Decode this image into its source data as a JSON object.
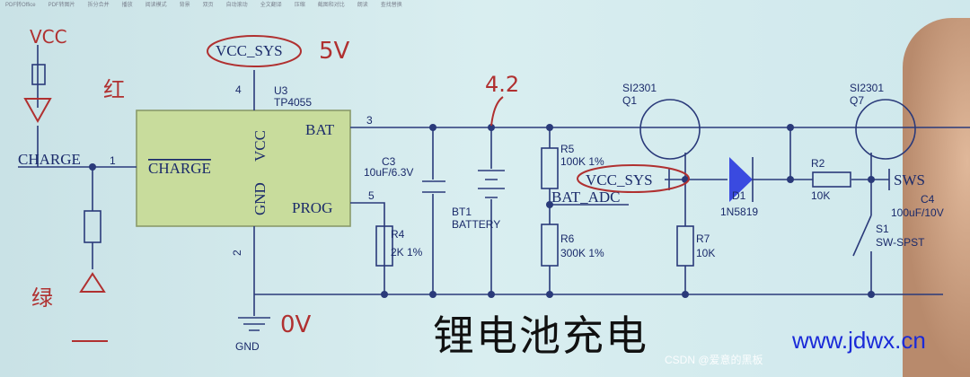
{
  "toolbar": [
    "PDF转Office",
    "PDF转图片",
    "拆分合并",
    "播放",
    "阅读模式",
    "背景",
    "双页",
    "自动滚动",
    "全文翻译",
    "压缩",
    "截图和对比",
    "朗读",
    "查找替换"
  ],
  "schematic": {
    "u3_ref": "U3",
    "u3_part": "TP4055",
    "pin_bat": "BAT",
    "pin_vcc": "VCC",
    "pin_gnd": "GND",
    "pin_charge": "CHARGE",
    "pin_prog": "PROG",
    "pin1": "1",
    "pin2": "2",
    "pin3": "3",
    "pin4": "4",
    "pin5": "5",
    "vcc_sys": "VCC_SYS",
    "net_charge": "CHARGE",
    "gnd": "GND",
    "c3_ref": "C3",
    "c3_val": "10uF/6.3V",
    "bt1_ref": "BT1",
    "bt1_val": "BATTERY",
    "r4_ref": "R4",
    "r4_val": "2K 1%",
    "r5_ref": "R5",
    "r5_val": "100K 1%",
    "r6_ref": "R6",
    "r6_val": "300K 1%",
    "bat_adc": "BAT_ADC",
    "r7_ref": "R7",
    "r7_val": "10K",
    "q1_part": "SI2301",
    "q1_ref": "Q1",
    "d1_ref": "D1",
    "d1_val": "1N5819",
    "r2_ref": "R2",
    "r2_val": "10K",
    "q7_part": "SI2301",
    "q7_ref": "Q7",
    "sws": "SWS",
    "c4_ref": "C4",
    "c4_val": "100uF/10V",
    "s1_ref": "S1",
    "s1_val": "SW-SPST"
  },
  "handwriting": {
    "vcc": "VCC",
    "red": "红",
    "green": "绿",
    "five_v": "5V",
    "v42": "4.2",
    "zero_v": "0V"
  },
  "title": "锂电池充电",
  "watermark": "www.jdwx.cn",
  "csdn": "CSDN @爱意的黑板"
}
